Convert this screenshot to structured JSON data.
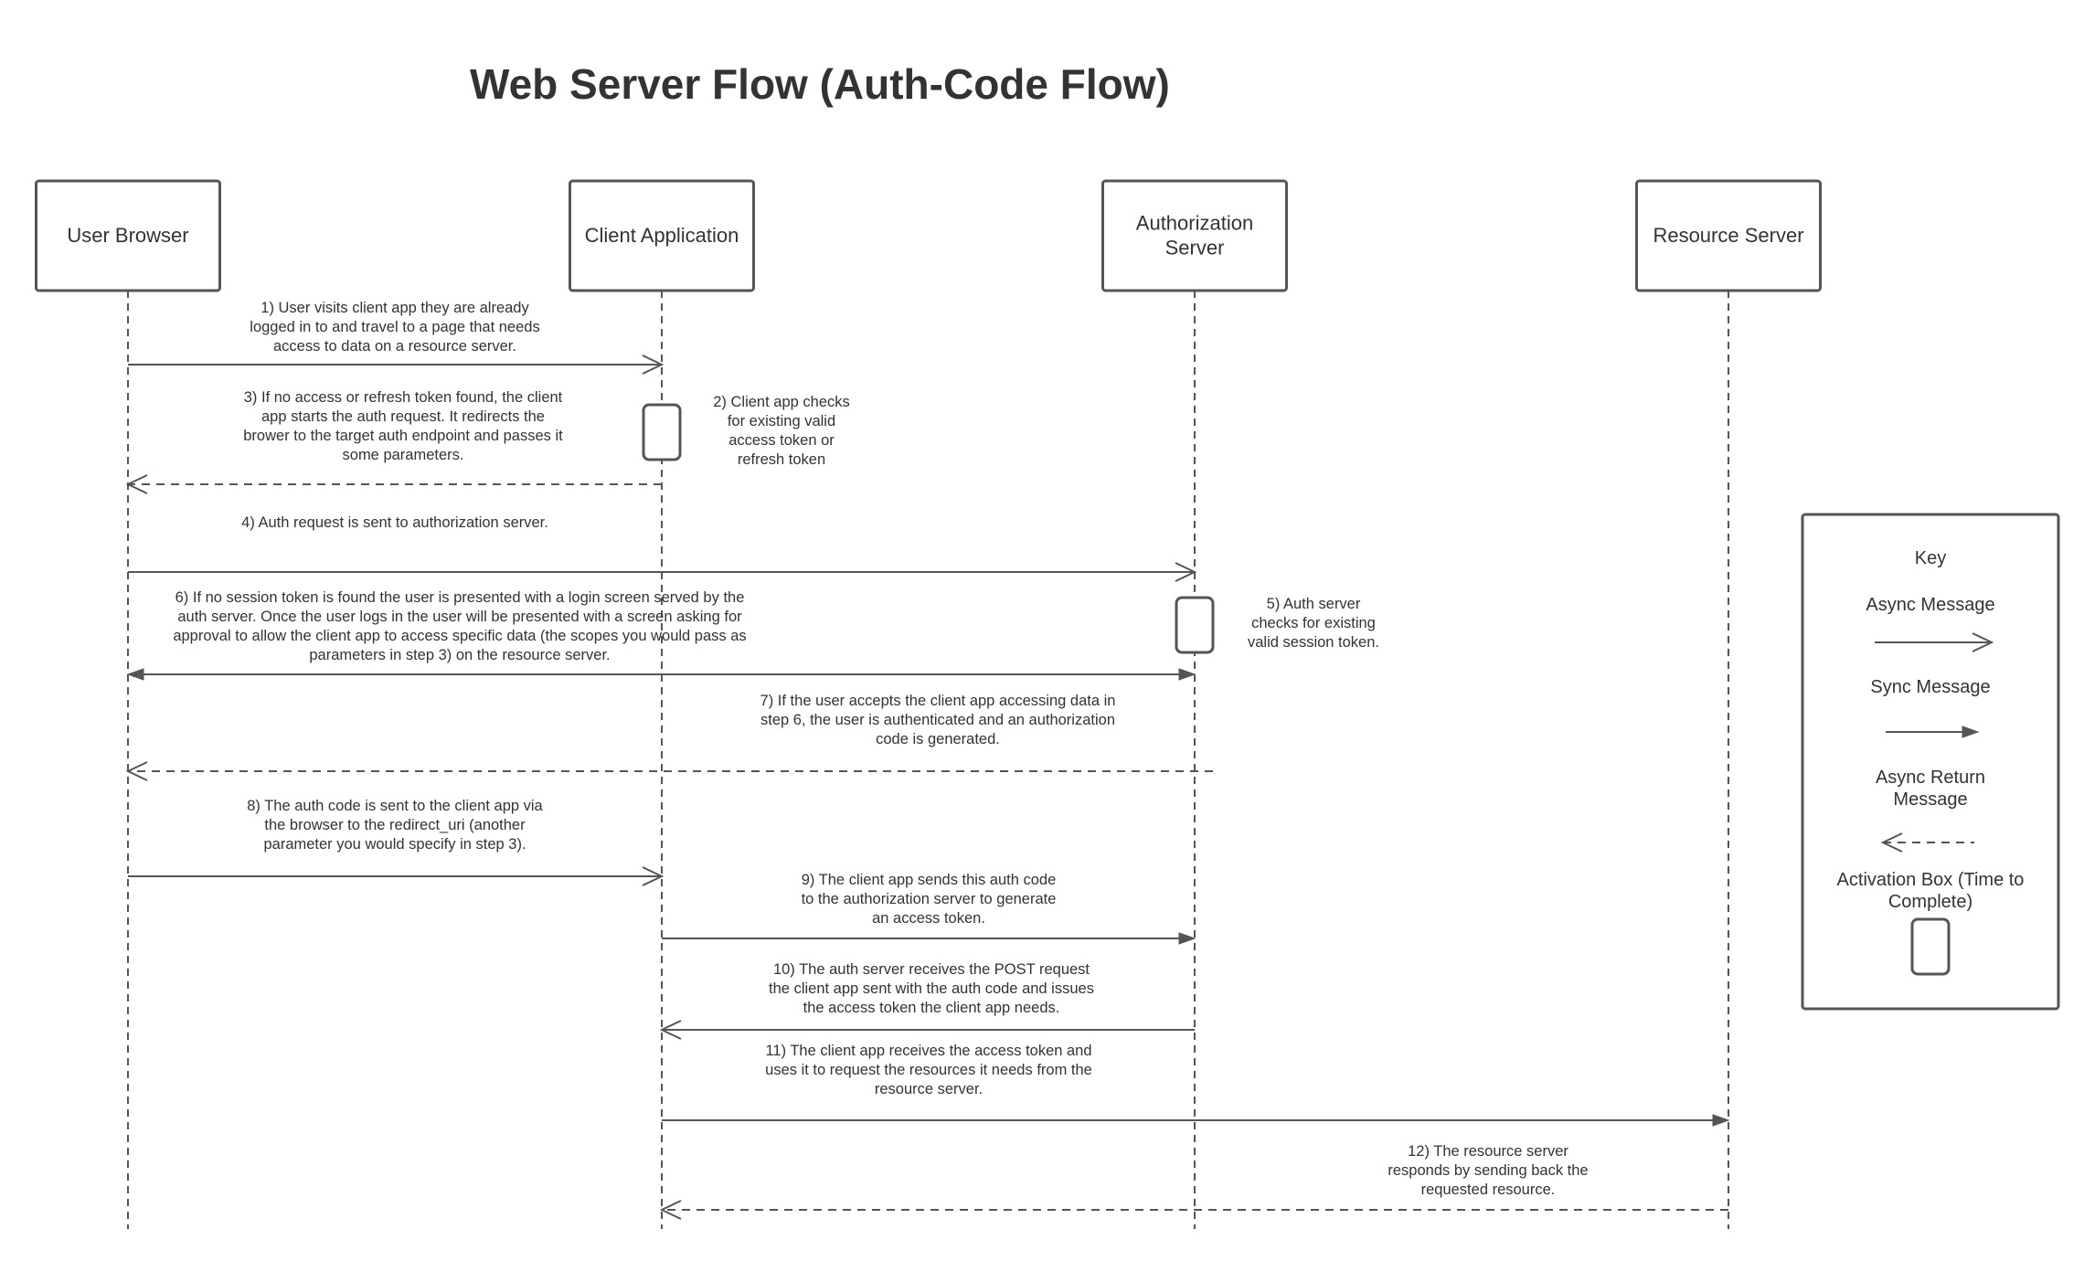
{
  "title": "Web Server Flow (Auth-Code Flow)",
  "actors": [
    {
      "id": "browser",
      "lines": [
        "User Browser"
      ]
    },
    {
      "id": "client",
      "lines": [
        "Client Application"
      ]
    },
    {
      "id": "auth",
      "lines": [
        "Authorization",
        "Server"
      ]
    },
    {
      "id": "resource",
      "lines": [
        "Resource Server"
      ]
    }
  ],
  "messages": [
    {
      "from": "browser",
      "to": "client",
      "style": "async",
      "lines": [
        "1) User visits client app they are already",
        "logged in to and travel to a page that needs",
        "access to data on a resource server."
      ]
    },
    {
      "from": "client",
      "to": "browser",
      "style": "return",
      "lines": [
        "3) If no access or refresh token found, the client",
        "app starts the auth request. It redirects the",
        "brower to the target auth endpoint and passes it",
        "some parameters."
      ]
    },
    {
      "from": "browser",
      "to": "auth",
      "style": "async",
      "lines": [
        "4) Auth request is sent to authorization server."
      ]
    },
    {
      "from": "browser",
      "to": "auth",
      "style": "bidirectional",
      "lines": [
        "6) If no session token is found the user is presented with a login screen served by the",
        "auth server. Once the user logs in the user will be presented with a screen asking for",
        "approval to allow the client app to access specific data (the scopes you would pass as",
        "parameters in step 3) on the resource server."
      ]
    },
    {
      "from": "auth",
      "to": "browser",
      "style": "return",
      "lines": [
        "7) If the user accepts the client app accessing data in",
        "step 6, the user is authenticated and an authorization",
        "code is generated."
      ]
    },
    {
      "from": "browser",
      "to": "client",
      "style": "async",
      "lines": [
        "8) The auth code is sent to the client app via",
        "the browser to the redirect_uri (another",
        "parameter you would specify in step 3)."
      ]
    },
    {
      "from": "client",
      "to": "auth",
      "style": "sync",
      "lines": [
        "9) The client app sends this auth code",
        "to the authorization server to generate",
        "an access token."
      ]
    },
    {
      "from": "auth",
      "to": "client",
      "style": "async",
      "lines": [
        "10) The auth server receives the POST request",
        "the client app sent with the auth code and issues",
        "the access token the client app needs."
      ]
    },
    {
      "from": "client",
      "to": "resource",
      "style": "sync",
      "lines": [
        "11) The client app receives the access token and",
        "uses it to request the resources it needs from the",
        "resource server."
      ]
    },
    {
      "from": "resource",
      "to": "client",
      "style": "return",
      "lines": [
        "12) The resource server",
        "responds by sending back the",
        "requested resource."
      ]
    }
  ],
  "activations": [
    {
      "actor": "client",
      "lines": [
        "2) Client app checks",
        "for existing valid",
        "access token or",
        "refresh token"
      ]
    },
    {
      "actor": "auth",
      "lines": [
        "5) Auth server",
        "checks for existing",
        "valid session token."
      ]
    }
  ],
  "key": {
    "title": "Key",
    "items": [
      {
        "type": "async",
        "lines": [
          "Async Message"
        ]
      },
      {
        "type": "sync",
        "lines": [
          "Sync Message"
        ]
      },
      {
        "type": "return",
        "lines": [
          "Async Return",
          "Message"
        ]
      },
      {
        "type": "activation",
        "lines": [
          "Activation Box (Time to",
          "Complete)"
        ]
      }
    ]
  }
}
